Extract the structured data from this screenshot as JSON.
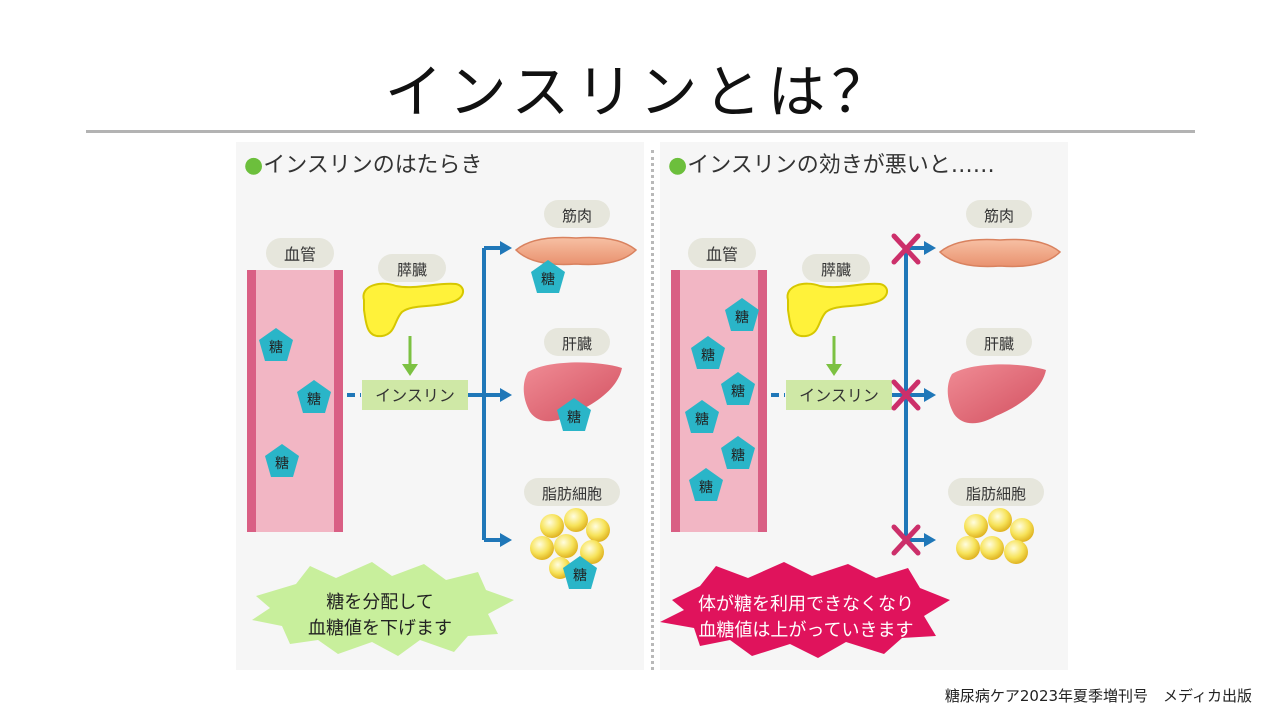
{
  "title": "インスリンとは？",
  "credit": "糖尿病ケア2023年夏季増刊号　メディカ出版",
  "colors": {
    "vessel": "#f2b6c4",
    "vessel_edge": "#d95f84",
    "sugar": "#2ab5c8",
    "arrow_blue": "#1f77b8",
    "arrow_green": "#7cc142",
    "insulin_box": "#cfe8a6",
    "label_pill": "#e6e6dc",
    "bullet": "#6cbf3c",
    "burst_green": "#c8ef9c",
    "burst_pink": "#e0135c",
    "cross": "#cc2f6a"
  },
  "left": {
    "heading": "●インスリンのはたらき",
    "vessel_label": "血管",
    "pancreas_label": "膵臓",
    "insulin_label": "インスリン",
    "muscle_label": "筋肉",
    "liver_label": "肝臓",
    "fat_label": "脂肪細胞",
    "sugar": "糖",
    "result_line1": "糖を分配して",
    "result_line2": "血糖値を下げます"
  },
  "right": {
    "heading": "●インスリンの効きが悪いと……",
    "vessel_label": "血管",
    "pancreas_label": "膵臓",
    "insulin_label": "インスリン",
    "muscle_label": "筋肉",
    "liver_label": "肝臓",
    "fat_label": "脂肪細胞",
    "sugar": "糖",
    "result_line1": "体が糖を利用できなくなり",
    "result_line2": "血糖値は上がっていきます"
  }
}
